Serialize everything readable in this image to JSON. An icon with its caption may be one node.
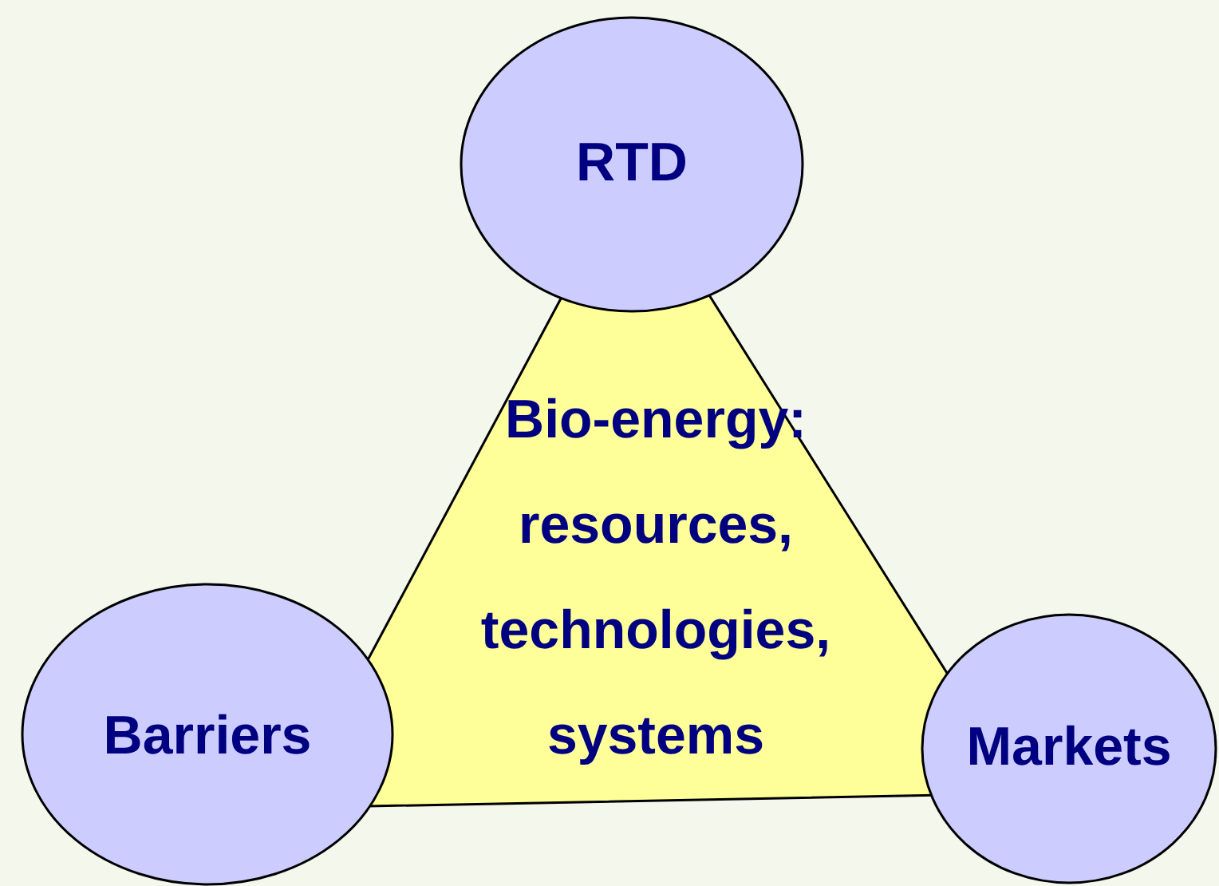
{
  "diagram": {
    "nodes": [
      {
        "text": [
          "RTD"
        ]
      },
      {
        "text": [
          "Bio-energy: resources, technologies, systems"
        ]
      },
      {
        "text": [
          "Barriers"
        ]
      },
      {
        "text": [
          "Markets"
        ]
      }
    ]
  }
}
